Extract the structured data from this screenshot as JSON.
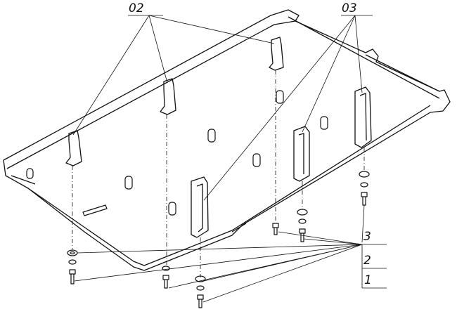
{
  "callouts": {
    "part_02": "02",
    "part_03": "03",
    "item_3": "3",
    "item_2": "2",
    "item_1": "1"
  },
  "colors": {
    "line": "#111111",
    "background": "#ffffff"
  }
}
